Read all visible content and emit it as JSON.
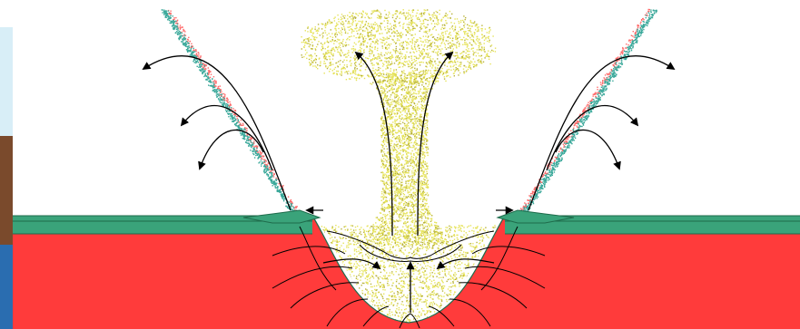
{
  "diagram": {
    "colors": {
      "background": "#ffffff",
      "mantle_red": "#ff3b3b",
      "crust_green": "#3aa37a",
      "crust_line": "#1f6b4b",
      "ejecta_yellow": "#e6e35a",
      "ejecta_dark": "#b8b23a",
      "curtain_red": "#ff6a6a",
      "curtain_teal": "#3aa89a",
      "arrow": "#000000",
      "photo_edge_blue": "#2a6db0",
      "photo_edge_brown": "#7a4a2c"
    },
    "features": {
      "left_panel_strip": "photo-edge-strip",
      "crater": "transient-crater",
      "plume": "vapor-plume",
      "left_curtain": "left-ejecta-curtain",
      "right_curtain": "right-ejecta-curtain"
    }
  }
}
